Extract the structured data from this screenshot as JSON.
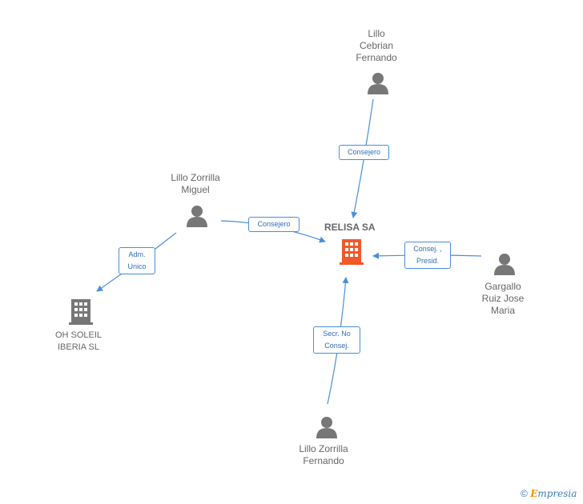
{
  "center": {
    "name": "RELISA SA"
  },
  "nodes": {
    "cebrian": {
      "line1": "Lillo",
      "line2": "Cebrian",
      "line3": "Fernando"
    },
    "miguel": {
      "line1": "Lillo Zorrilla",
      "line2": "Miguel"
    },
    "gargallo": {
      "line1": "Gargallo",
      "line2": "Ruiz Jose",
      "line3": "Maria"
    },
    "fernando": {
      "line1": "Lillo Zorrilla",
      "line2": "Fernando"
    },
    "ohsoleil": {
      "line1": "OH SOLEIL",
      "line2": "IBERIA SL"
    }
  },
  "edges": {
    "cebrian": {
      "line1": "Consejero"
    },
    "miguel": {
      "line1": "Consejero"
    },
    "gargallo": {
      "line1": "Consej. ,",
      "line2": "Presid."
    },
    "fernando": {
      "line1": "Secr.  No",
      "line2": "Consej."
    },
    "ohsoleil": {
      "line1": "Adm.",
      "line2": "Unico"
    }
  },
  "footer": {
    "copyright": "©",
    "brand_initial": "E",
    "brand_rest": "mpresia"
  },
  "colors": {
    "company_center": "#f05a28",
    "person_icon": "#777777",
    "edge": "#4a8fd9"
  }
}
